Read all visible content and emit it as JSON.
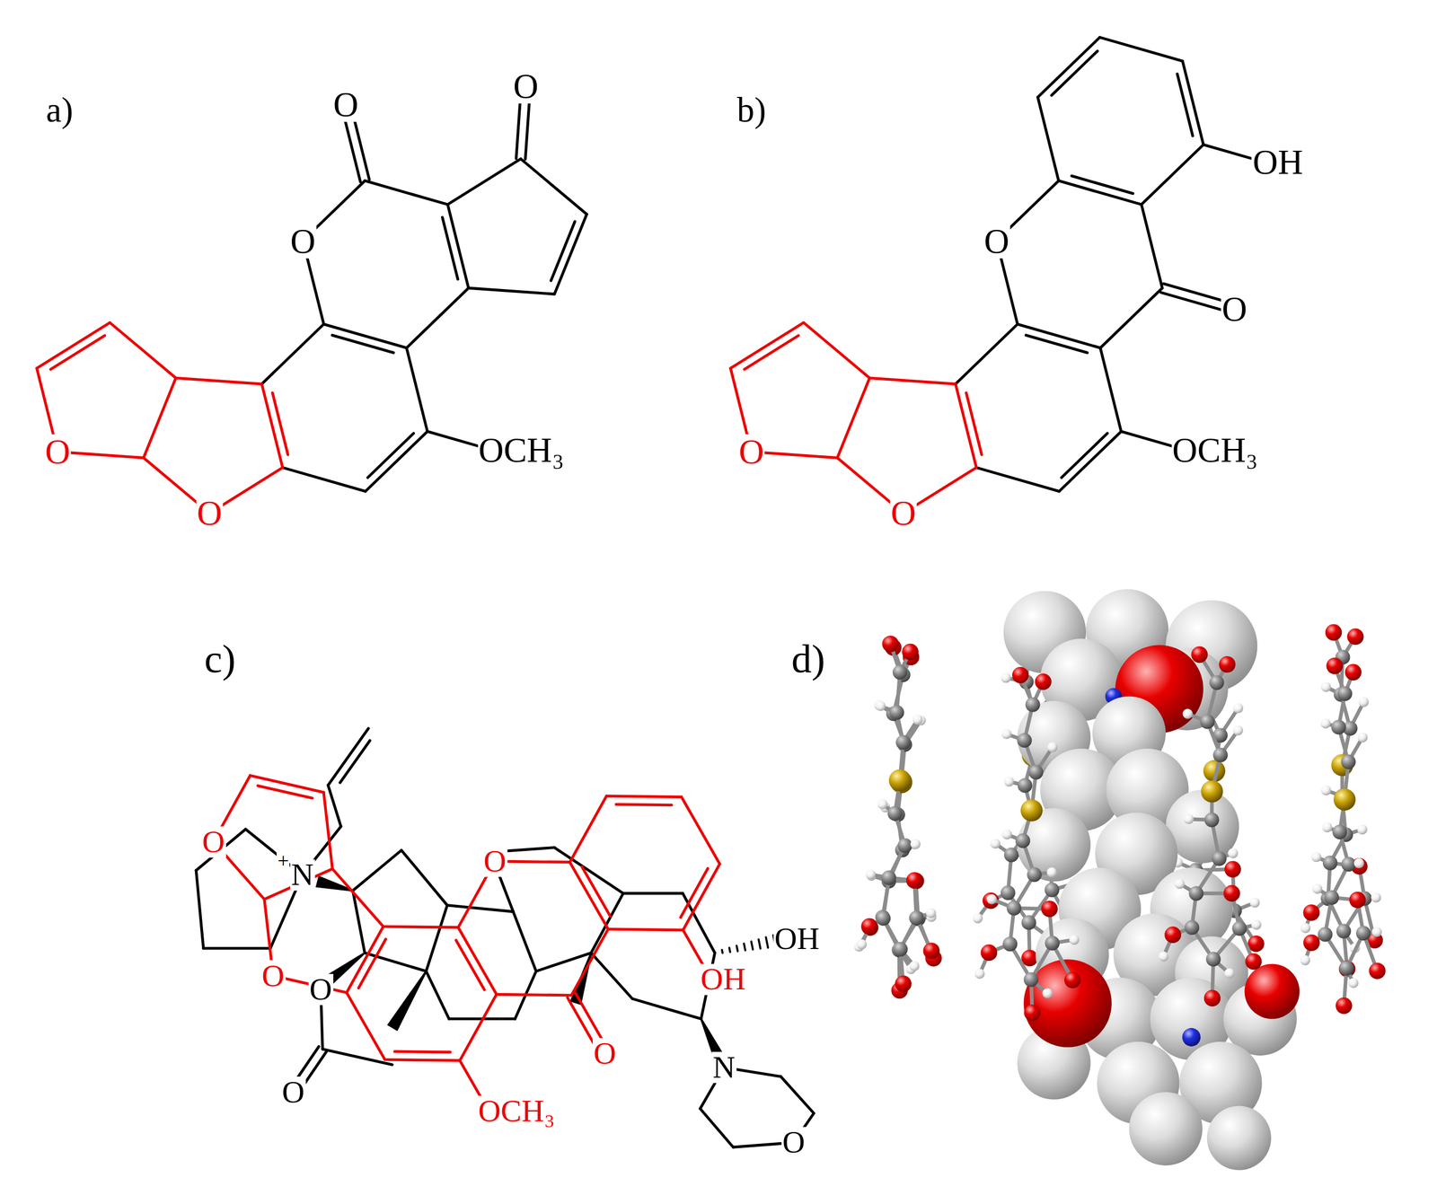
{
  "diagram": {
    "labels": [
      "a)",
      "O",
      "O",
      "O",
      "O",
      "O",
      "OCH₃",
      "b)",
      "OH",
      "O",
      "O",
      "O",
      "O",
      "OCH₃",
      "c)",
      "+",
      "N",
      "O",
      "O",
      "OH",
      "OH",
      "O",
      "O",
      "O",
      "OCH₃",
      "N",
      "O",
      "O",
      "d)"
    ]
  }
}
